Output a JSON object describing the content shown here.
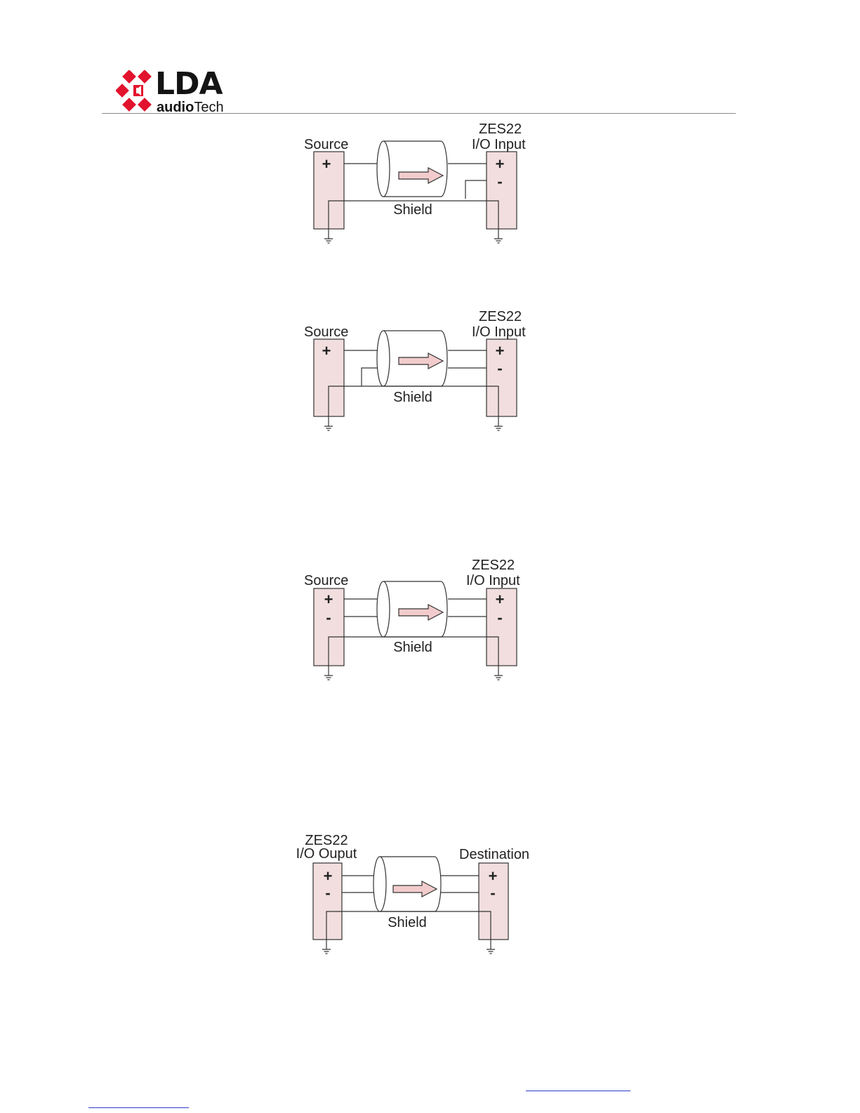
{
  "header": {
    "logo": {
      "brand": "LDA",
      "sub_bold": "audio",
      "sub_regular": "Tech",
      "colors": {
        "diamonds": "#e2132d",
        "text": "#141414"
      }
    }
  },
  "diagrams": [
    {
      "left_label": "Source",
      "right_label_1": "ZES22",
      "right_label_2": "I/O Input",
      "shield_label": "Shield",
      "left_terminals": [
        "+"
      ],
      "right_terminals": [
        "+",
        "-"
      ]
    },
    {
      "left_label": "Source",
      "right_label_1": "ZES22",
      "right_label_2": "I/O Input",
      "shield_label": "Shield",
      "left_terminals": [
        "+"
      ],
      "right_terminals": [
        "+",
        "-"
      ]
    },
    {
      "left_label": "Source",
      "right_label_1": "ZES22",
      "right_label_2": "I/O Input",
      "shield_label": "Shield",
      "left_terminals": [
        "+",
        "-"
      ],
      "right_terminals": [
        "+",
        "-"
      ]
    },
    {
      "left_label_1": "ZES22",
      "left_label_2": "I/O Ouput",
      "right_label": "Destination",
      "shield_label": "Shield",
      "left_terminals": [
        "+",
        "-"
      ],
      "right_terminals": [
        "+",
        "-"
      ]
    }
  ],
  "colors": {
    "terminal_fill": "#f2dede",
    "arrow_fill": "#f2cccc",
    "line": "#333333",
    "link": "#2a3cc8"
  }
}
